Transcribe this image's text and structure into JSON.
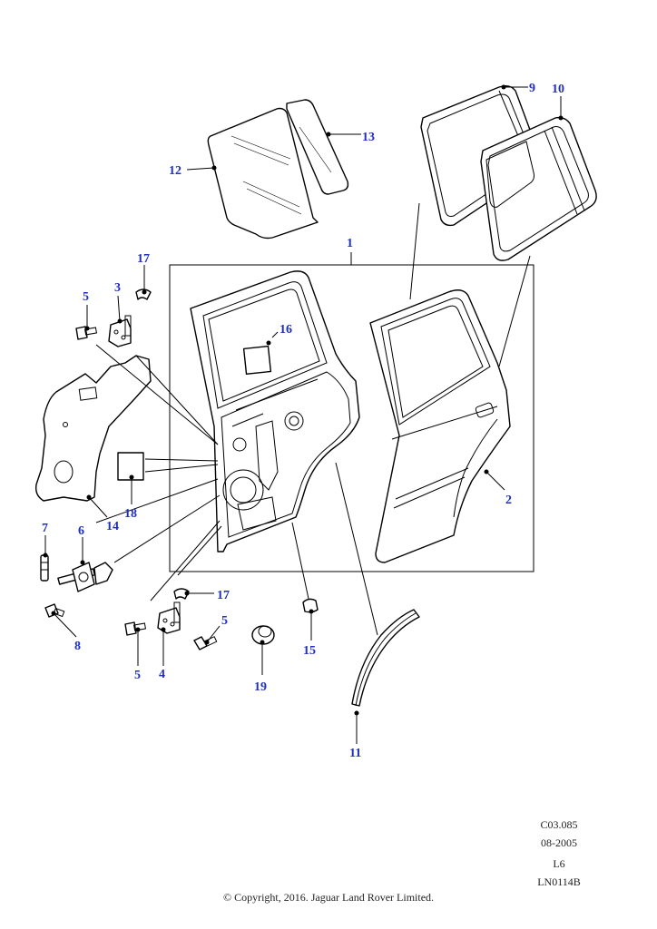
{
  "callouts": {
    "c1": "1",
    "c2": "2",
    "c3": "3",
    "c4": "4",
    "c5a": "5",
    "c5b": "5",
    "c5c": "5",
    "c6": "6",
    "c7": "7",
    "c8": "8",
    "c9": "9",
    "c10": "10",
    "c11": "11",
    "c12": "12",
    "c13": "13",
    "c14": "14",
    "c15": "15",
    "c16": "16",
    "c17a": "17",
    "c17b": "17",
    "c18": "18",
    "c19": "19"
  },
  "reference": {
    "code": "C03.085",
    "date": "08-2005",
    "level": "L6",
    "id": "LN0114B"
  },
  "copyright": "© Copyright, 2016. Jaguar Land Rover Limited.",
  "colors": {
    "callout": "#1f2fc0",
    "line": "#000000",
    "background": "#ffffff"
  }
}
